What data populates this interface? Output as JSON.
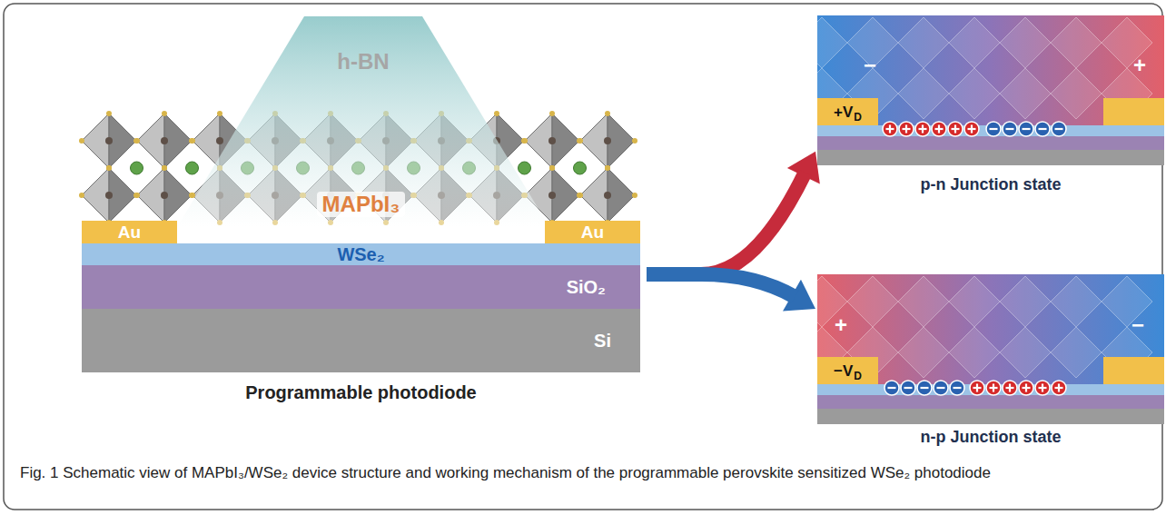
{
  "diagram": {
    "caption": "Fig. 1 Schematic view of MAPbI₃/WSe₂ device structure and working mechanism of the programmable perovskite sensitized WSe₂ photodiode",
    "nodes": [
      {
        "text": [
          "Programmable photodiode"
        ]
      },
      {
        "text": [
          "h-BN"
        ],
        "in": 0
      },
      {
        "text": [
          "MAPbI₃"
        ],
        "in": 0
      },
      {
        "text": [
          "Au"
        ],
        "in": 0
      },
      {
        "text": [
          "Au"
        ],
        "in": 0
      },
      {
        "text": [
          "WSe₂"
        ],
        "in": 0
      },
      {
        "text": [
          "SiO₂"
        ],
        "in": 0
      },
      {
        "text": [
          "Si"
        ],
        "in": 0
      },
      {
        "text": [
          "p-n Junction state"
        ]
      },
      {
        "text": [
          "+V",
          "D"
        ],
        "in": 8
      },
      {
        "text": [
          "n-p Junction state"
        ]
      },
      {
        "text": [
          "−V",
          "D"
        ],
        "in": 10
      }
    ],
    "edges": [
      {
        "from": 0,
        "to": 8,
        "arrow": "to"
      },
      {
        "from": 0,
        "to": 10,
        "arrow": "to"
      }
    ],
    "labels": [
      "−",
      "+",
      "+",
      "−"
    ]
  }
}
